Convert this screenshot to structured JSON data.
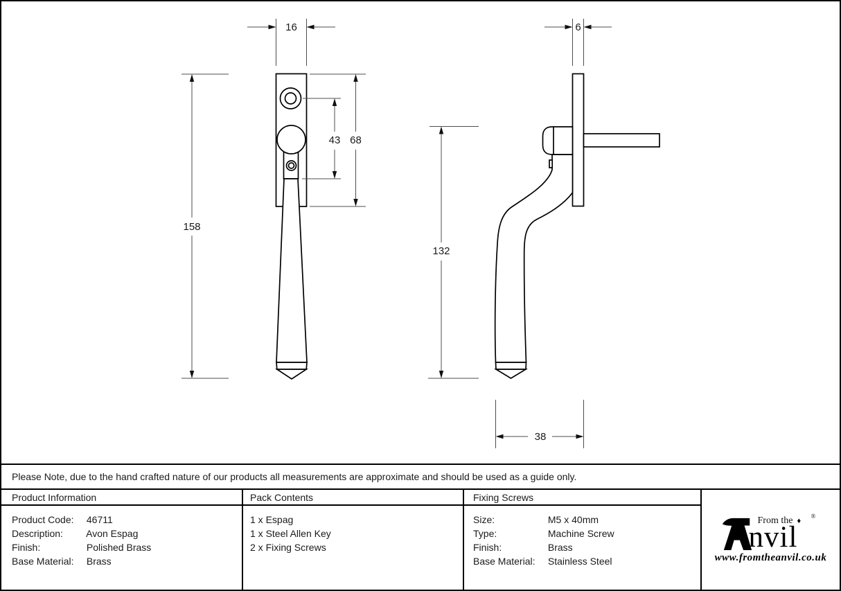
{
  "sheet": {
    "note": "Please Note, due to the hand crafted nature of our products all measurements are approximate and should be used as a guide only."
  },
  "drawing": {
    "front_view": {
      "width": "16",
      "screw_spacing": "43",
      "plate_height": "68",
      "total_height": "158"
    },
    "side_view": {
      "plate_thickness": "6",
      "handle_height": "132",
      "projection": "38"
    }
  },
  "table": {
    "product_information": {
      "title": "Product Information",
      "rows": [
        {
          "label": "Product Code:",
          "value": "46711"
        },
        {
          "label": "Description:",
          "value": "Avon Espag"
        },
        {
          "label": "Finish:",
          "value": "Polished Brass"
        },
        {
          "label": "Base Material:",
          "value": "Brass"
        }
      ]
    },
    "pack_contents": {
      "title": "Pack Contents",
      "items": [
        "1 x Espag",
        "1 x Steel Allen Key",
        "2 x Fixing Screws"
      ]
    },
    "fixing_screws": {
      "title": "Fixing Screws",
      "rows": [
        {
          "label": "Size:",
          "value": "M5 x 40mm"
        },
        {
          "label": "Type:",
          "value": "Machine Screw"
        },
        {
          "label": "Finish:",
          "value": "Brass"
        },
        {
          "label": "Base Material:",
          "value": "Stainless Steel"
        }
      ]
    }
  },
  "logo": {
    "tagline": "From the",
    "brand_suffix": "nvil",
    "registered_mark": "®",
    "diamond": "♦",
    "website": "www.fromtheanvil.co.uk"
  }
}
